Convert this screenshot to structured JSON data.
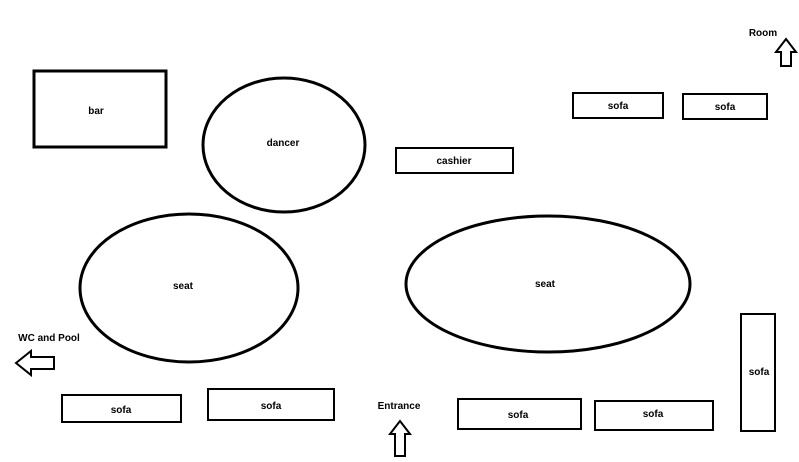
{
  "zones": {
    "bar": "bar",
    "dancer": "dancer",
    "cashier": "cashier",
    "seat_left": "seat",
    "seat_right": "seat",
    "sofa_top_1": "sofa",
    "sofa_top_2": "sofa",
    "sofa_bottom_1": "sofa",
    "sofa_bottom_2": "sofa",
    "sofa_bottom_3": "sofa",
    "sofa_bottom_4": "sofa",
    "sofa_vertical": "sofa"
  },
  "exits": {
    "room": "Room",
    "wc_pool": "WC and Pool",
    "entrance": "Entrance"
  },
  "colors": {
    "stroke": "#000000",
    "fill": "#ffffff",
    "background": "#ffffff"
  }
}
